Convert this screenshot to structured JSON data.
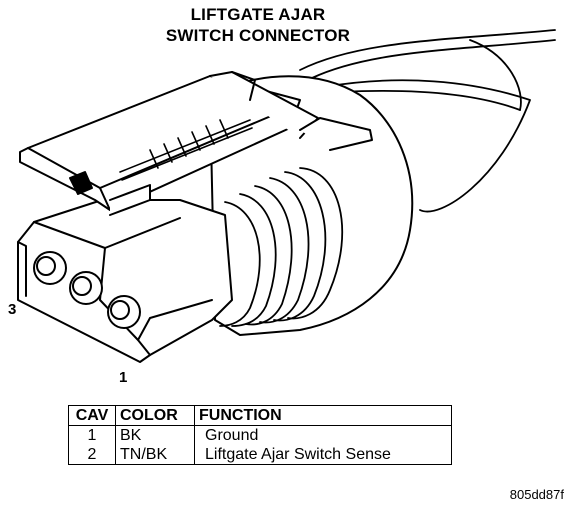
{
  "title": {
    "line1": "LIFTGATE AJAR",
    "line2": "SWITCH CONNECTOR"
  },
  "pin_labels": {
    "left": "3",
    "bottom": "1"
  },
  "table": {
    "headers": [
      "CAV",
      "COLOR",
      "FUNCTION"
    ],
    "rows": [
      {
        "cav": "1",
        "color": "BK",
        "function": "Ground"
      },
      {
        "cav": "2",
        "color": "TN/BK",
        "function": "Liftgate Ajar Switch Sense"
      }
    ]
  },
  "figure_code": "805dd87f"
}
